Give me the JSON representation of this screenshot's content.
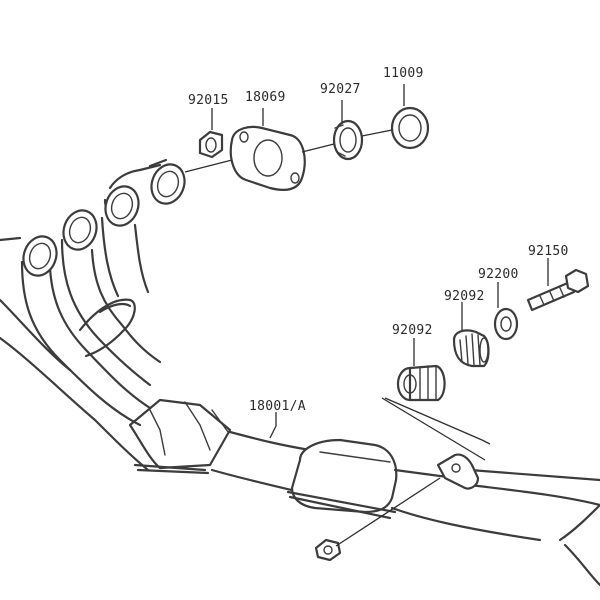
{
  "diagram": {
    "line_color": "#3c3c3c",
    "background": "#ffffff",
    "labels": [
      {
        "id": "part-92015",
        "text": "92015"
      },
      {
        "id": "part-18069",
        "text": "18069"
      },
      {
        "id": "part-92027",
        "text": "92027"
      },
      {
        "id": "part-11009",
        "text": "11009"
      },
      {
        "id": "part-92150",
        "text": "92150"
      },
      {
        "id": "part-92200",
        "text": "92200"
      },
      {
        "id": "part-92092-upper",
        "text": "92092"
      },
      {
        "id": "part-92092-lower",
        "text": "92092"
      },
      {
        "id": "part-18001A",
        "text": "18001/A"
      }
    ]
  }
}
